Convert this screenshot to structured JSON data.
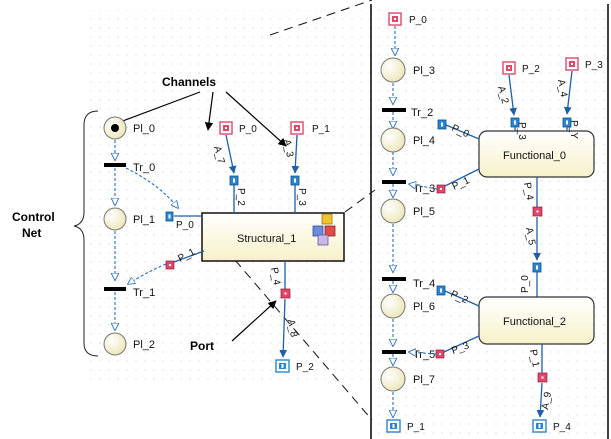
{
  "annotations": {
    "channels": "Channels",
    "control_net_line1": "Control",
    "control_net_line2": "Net",
    "port": "Port"
  },
  "left_net": {
    "places": [
      "Pl_0",
      "Pl_1",
      "Pl_2"
    ],
    "transitions": [
      "Tr_0",
      "Tr_1"
    ],
    "structural_block": "Structural_1",
    "ports": [
      "P_0",
      "P_1",
      "P_0",
      "P_1",
      "P_4",
      "P_2"
    ],
    "channels": [
      "A_7",
      "A_3",
      "A_8"
    ],
    "channel_ports": [
      "P_2",
      "P_3"
    ]
  },
  "right_net": {
    "places": [
      "Pl_3",
      "Pl_4",
      "Pl_5",
      "Pl_6",
      "Pl_7"
    ],
    "transitions": [
      "Tr_2",
      "Tr_3",
      "Tr_4",
      "Tr_5"
    ],
    "functional_blocks": [
      "Functional_0",
      "Functional_2"
    ],
    "ports_in": [
      "P_0",
      "P_2",
      "P_3"
    ],
    "ports_out": [
      "P_1",
      "P_4"
    ],
    "channels": [
      "A_2",
      "A_4",
      "A_5",
      "A_9"
    ],
    "block_ports": [
      "P_0",
      "P_1",
      "P_2",
      "P_3",
      "P_3",
      "P_Y",
      "P_4",
      "P_0",
      "P_1"
    ]
  },
  "colors": {
    "port_red": "#e0476a",
    "port_blue": "#2a86d0",
    "block_fill": "#fdfbd8",
    "place_fill": "#fbf8dc",
    "channel": "#1f5fa8"
  }
}
